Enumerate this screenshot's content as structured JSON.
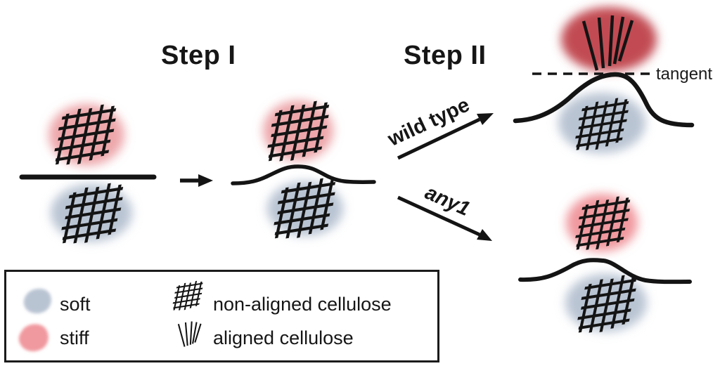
{
  "titles": {
    "step1": "Step I",
    "step2": "Step II"
  },
  "arrow_labels": {
    "wild_type": "wild type",
    "any1": "any1"
  },
  "tangent_label": "tangent",
  "legend": {
    "items": [
      {
        "icon": "soft-blob-icon",
        "label": "soft"
      },
      {
        "icon": "stiff-blob-icon",
        "label": "stiff"
      },
      {
        "icon": "non-aligned-cellulose-icon",
        "label": "non-aligned cellulose"
      },
      {
        "icon": "aligned-cellulose-icon",
        "label": "aligned cellulose"
      }
    ]
  },
  "colors": {
    "soft": "#b9c4d3",
    "stiff": "#eda7ab",
    "stiff_legend": "#f0999f",
    "stiff_strong": "#c24b52",
    "line": "#141414"
  }
}
